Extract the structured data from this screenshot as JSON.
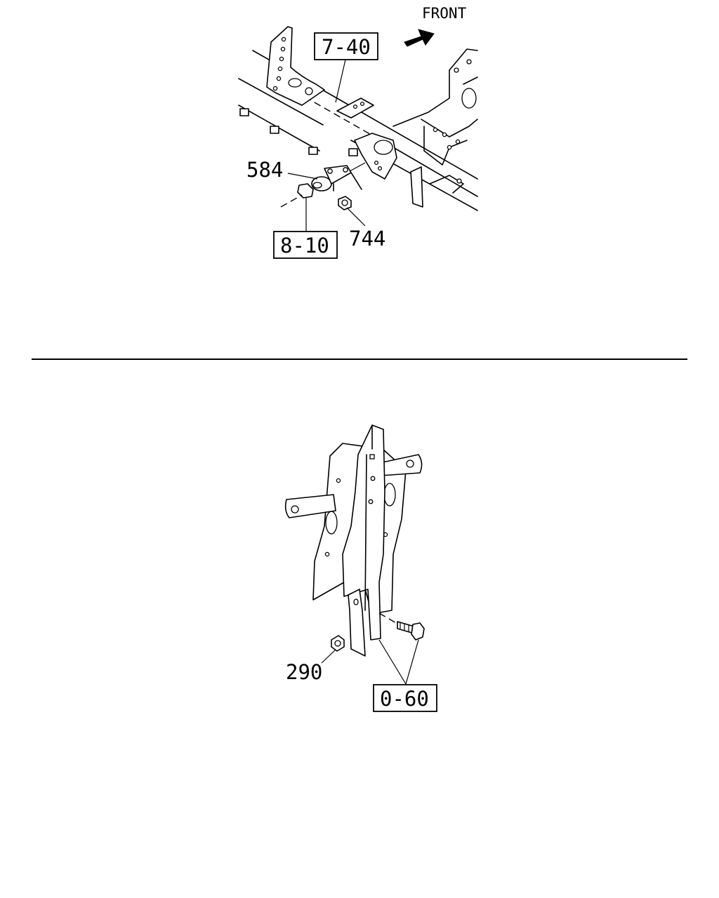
{
  "diagram": {
    "top": {
      "direction_label": "FRONT",
      "ref_box_1": "7-40",
      "ref_box_2": "8-10",
      "callout_1": "584",
      "callout_2": "744"
    },
    "bottom": {
      "callout_1": "290",
      "ref_box_1": "0-60"
    }
  }
}
